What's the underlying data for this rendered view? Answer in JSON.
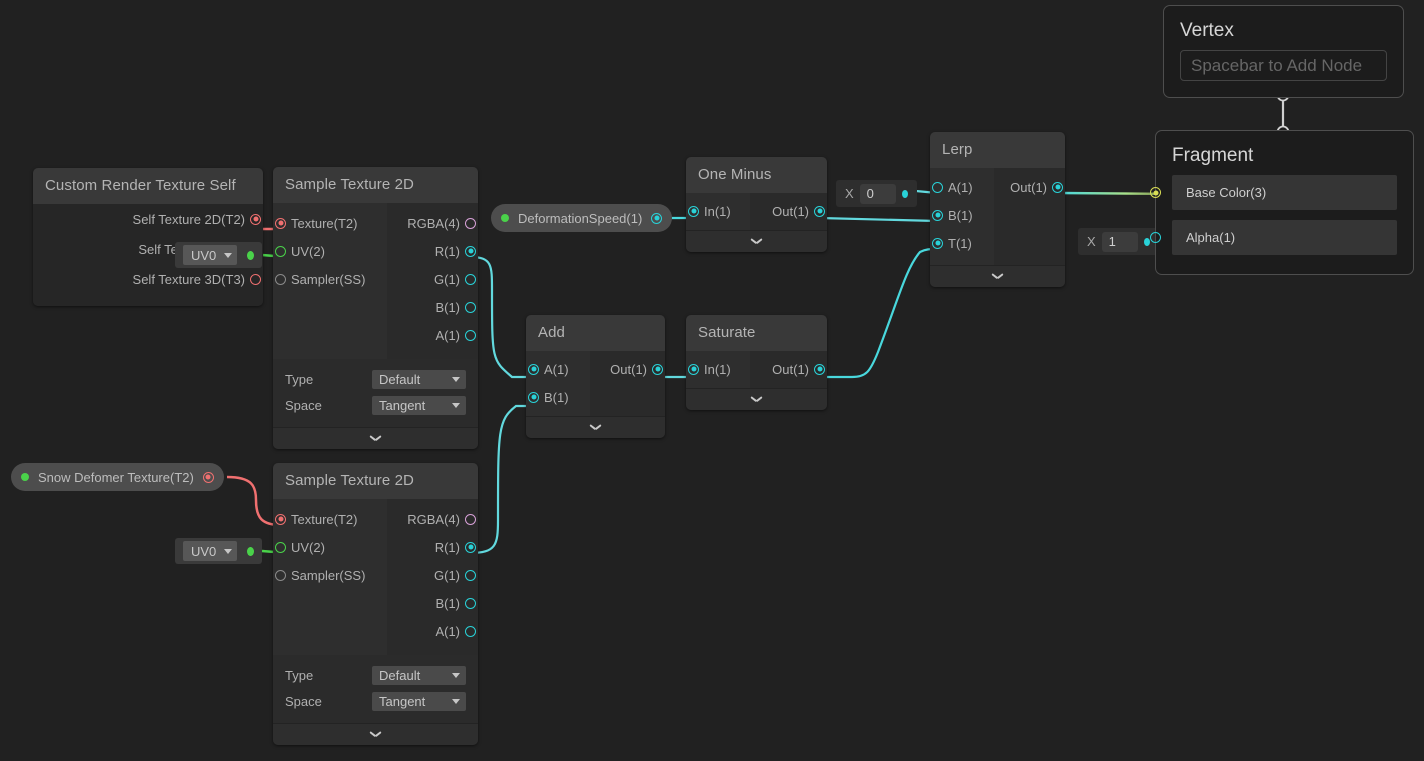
{
  "app": {
    "background": "#212121",
    "accent_cyan": "#29d2d8"
  },
  "nodes": {
    "custom_render_texture_self": {
      "title": "Custom Render Texture Self",
      "outputs": [
        {
          "label": "Self Texture 2D(T2)",
          "color": "red",
          "filled": true
        },
        {
          "label": "Self Texture C(C2)",
          "color": "red",
          "filled": false
        },
        {
          "label": "Self Texture 3D(T3)",
          "color": "red",
          "filled": false
        }
      ]
    },
    "sample_texture_2d_top": {
      "title": "Sample Texture 2D",
      "inputs": [
        {
          "label": "Texture(T2)",
          "color": "red",
          "filled": true
        },
        {
          "label": "UV(2)",
          "color": "green",
          "filled": false
        },
        {
          "label": "Sampler(SS)",
          "color": "grey",
          "filled": false
        }
      ],
      "outputs": [
        {
          "label": "RGBA(4)",
          "color": "pink",
          "filled": false
        },
        {
          "label": "R(1)",
          "color": "cyan",
          "filled": true
        },
        {
          "label": "G(1)",
          "color": "cyan",
          "filled": false
        },
        {
          "label": "B(1)",
          "color": "cyan",
          "filled": false
        },
        {
          "label": "A(1)",
          "color": "cyan",
          "filled": false
        }
      ],
      "settings": [
        {
          "label": "Type",
          "value": "Default"
        },
        {
          "label": "Space",
          "value": "Tangent"
        }
      ]
    },
    "sample_texture_2d_bottom": {
      "title": "Sample Texture 2D",
      "inputs": [
        {
          "label": "Texture(T2)",
          "color": "red",
          "filled": true
        },
        {
          "label": "UV(2)",
          "color": "green",
          "filled": false
        },
        {
          "label": "Sampler(SS)",
          "color": "grey",
          "filled": false
        }
      ],
      "outputs": [
        {
          "label": "RGBA(4)",
          "color": "pink",
          "filled": false
        },
        {
          "label": "R(1)",
          "color": "cyan",
          "filled": true
        },
        {
          "label": "G(1)",
          "color": "cyan",
          "filled": false
        },
        {
          "label": "B(1)",
          "color": "cyan",
          "filled": false
        },
        {
          "label": "A(1)",
          "color": "cyan",
          "filled": false
        }
      ],
      "settings": [
        {
          "label": "Type",
          "value": "Default"
        },
        {
          "label": "Space",
          "value": "Tangent"
        }
      ]
    },
    "one_minus": {
      "title": "One Minus",
      "inputs": [
        {
          "label": "In(1)",
          "color": "cyan",
          "filled": true
        }
      ],
      "outputs": [
        {
          "label": "Out(1)",
          "color": "cyan",
          "filled": true
        }
      ]
    },
    "add": {
      "title": "Add",
      "inputs": [
        {
          "label": "A(1)",
          "color": "cyan",
          "filled": true
        },
        {
          "label": "B(1)",
          "color": "cyan",
          "filled": true
        }
      ],
      "outputs": [
        {
          "label": "Out(1)",
          "color": "cyan",
          "filled": true
        }
      ]
    },
    "saturate": {
      "title": "Saturate",
      "inputs": [
        {
          "label": "In(1)",
          "color": "cyan",
          "filled": true
        }
      ],
      "outputs": [
        {
          "label": "Out(1)",
          "color": "cyan",
          "filled": true
        }
      ]
    },
    "lerp": {
      "title": "Lerp",
      "inputs": [
        {
          "label": "A(1)",
          "color": "cyan",
          "filled": false
        },
        {
          "label": "B(1)",
          "color": "cyan",
          "filled": true
        },
        {
          "label": "T(1)",
          "color": "cyan",
          "filled": true
        }
      ],
      "outputs": [
        {
          "label": "Out(1)",
          "color": "cyan",
          "filled": true
        }
      ]
    }
  },
  "properties": {
    "deformation_speed": {
      "label": "DeformationSpeed(1)",
      "port_color": "cyan"
    },
    "snow_deformer_texture": {
      "label": "Snow Defomer Texture(T2)",
      "port_color": "red"
    }
  },
  "widgets": {
    "uv_top": {
      "value": "UV0",
      "overlapped_label": "Self Texture C"
    },
    "uv_bottom": {
      "value": "UV0"
    },
    "x_lerp_a": {
      "label": "X",
      "value": "0"
    },
    "x_alpha": {
      "label": "X",
      "value": "1"
    }
  },
  "masters": {
    "vertex": {
      "title": "Vertex",
      "placeholder": "Spacebar to Add Node"
    },
    "fragment": {
      "title": "Fragment",
      "slots": [
        {
          "label": "Base Color(3)",
          "color": "yellow",
          "filled": true
        },
        {
          "label": "Alpha(1)",
          "color": "cyan",
          "filled": false
        }
      ]
    }
  }
}
